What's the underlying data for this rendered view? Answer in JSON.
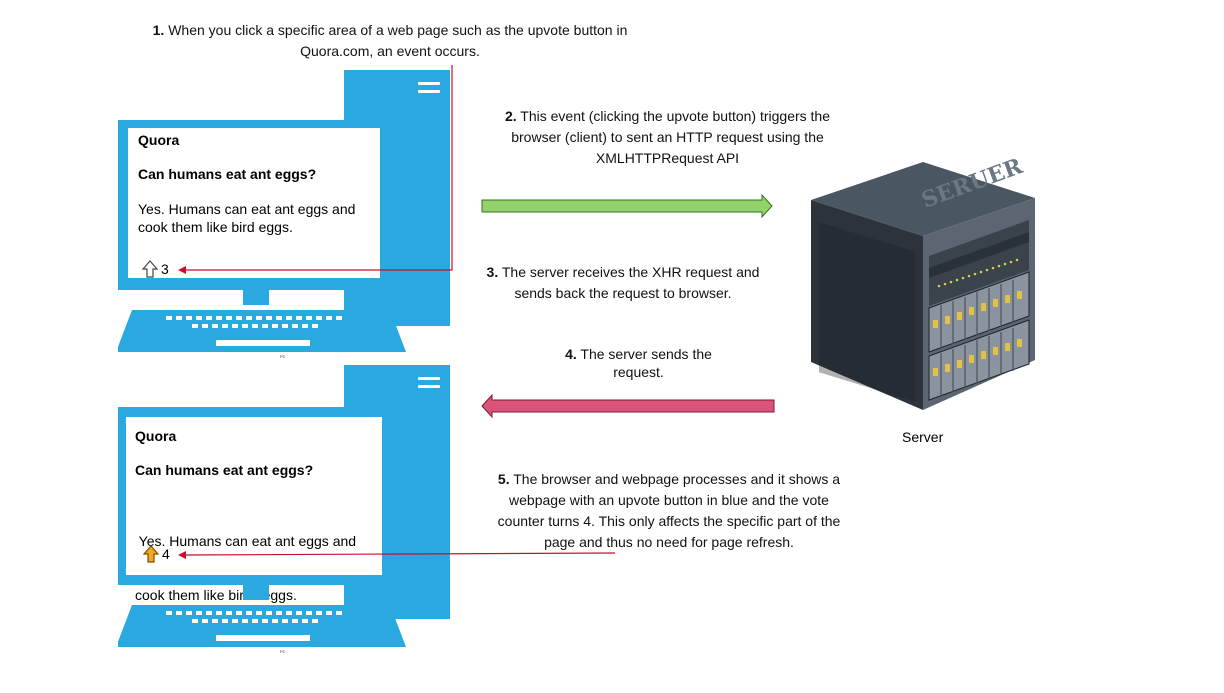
{
  "steps": [
    {
      "num": "1.",
      "text": " When you click a specific area of a web page such as the upvote button in Quora.com, an event occurs."
    },
    {
      "num": "2.",
      "text": " This event (clicking the upvote button) triggers the browser (client) to sent an HTTP request using the XMLHTTPRequest API"
    },
    {
      "num": "3.",
      "text": " The server receives the XHR request and sends back the request to browser."
    },
    {
      "num": "4.",
      "text": " The server sends the request."
    },
    {
      "num": "5.",
      "text": " The browser and webpage processes and it shows a webpage with an upvote button in blue and the vote counter turns 4. This only affects the specific part of the page and thus no need for page refresh."
    }
  ],
  "pc_top": {
    "site": "Quora",
    "question": "Can humans eat ant eggs?",
    "answer_line1": "Yes. Humans can eat ant eggs and",
    "answer_line2": "cook them like bird eggs.",
    "votes": "3",
    "pc_label": "PC"
  },
  "pc_bottom": {
    "site": "Quora",
    "question": "Can humans eat ant eggs?",
    "answer_line1": " Yes. Humans can eat ant eggs and",
    "answer_line2": "cook them like birds eggs.",
    "votes": "4",
    "pc_label": "PC"
  },
  "server": {
    "label": "Server",
    "case_text": "SERUER"
  },
  "colors": {
    "pc_blue": "#29a9e0",
    "arrow_green": "#92d36e",
    "arrow_pink": "#d9537a",
    "pointer_red": "#c8102e",
    "upvote_orange": "#f5a623"
  },
  "icons": {
    "upvote_outline": "up-arrow-outline-icon",
    "upvote_filled": "up-arrow-filled-icon"
  }
}
